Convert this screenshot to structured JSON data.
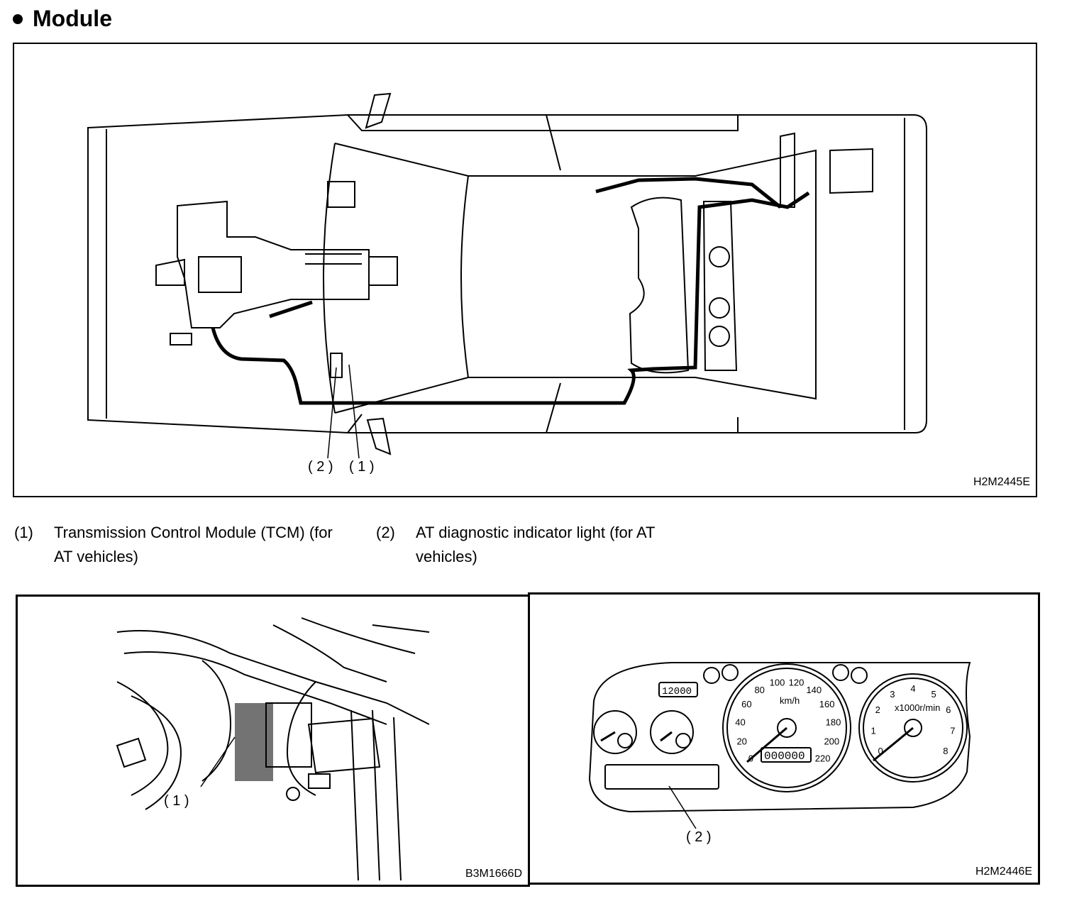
{
  "heading": "Module",
  "figure_top": {
    "code": "H2M2445E",
    "callout_2": "( 2 )",
    "callout_1": "( 1 )"
  },
  "legend": [
    {
      "num": "(1)",
      "text": "Transmission Control Module (TCM) (for AT vehicles)"
    },
    {
      "num": "(2)",
      "text": "AT diagnostic indicator light (for AT vehicles)"
    }
  ],
  "figure_bottom_left": {
    "code": "B3M1666D",
    "callout_1": "( 1 )"
  },
  "figure_bottom_right": {
    "code": "H2M2446E",
    "callout_2": "( 2 )",
    "odometer": "000000",
    "trip": "12000",
    "speed_ticks": [
      "0",
      "20",
      "40",
      "60",
      "80",
      "100",
      "120",
      "140",
      "160",
      "180",
      "200",
      "220"
    ],
    "speed_unit": "km/h",
    "tach_ticks": [
      "0",
      "1",
      "2",
      "3",
      "4",
      "5",
      "6",
      "7",
      "8"
    ],
    "tach_unit": "x1000r/min"
  }
}
